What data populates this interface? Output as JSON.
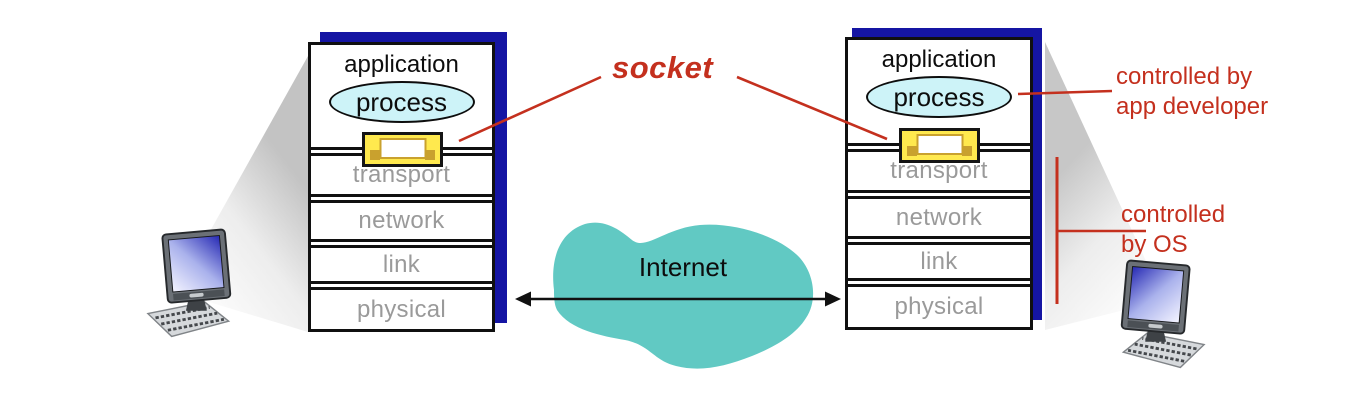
{
  "socket_callout": "socket",
  "internet_label": "Internet",
  "stack": {
    "application": "application",
    "process": "process",
    "layers": [
      "transport",
      "network",
      "link",
      "physical"
    ]
  },
  "annotations": {
    "app_dev": {
      "line1": "controlled by",
      "line2": "app developer"
    },
    "os": {
      "line1": "controlled",
      "line2": "by OS"
    }
  },
  "colors": {
    "callout_red": "#C4301E",
    "stack_shadow_blue": "#1515A3",
    "cloud_teal": "#61C9C3",
    "socket_yellow": "#FFE94E",
    "socket_accent_gold": "#C9A12E",
    "process_fill_cyan": "#CDF3F8",
    "layer_text_gray": "#9A9A9A",
    "screen_blue": "#2629B4"
  }
}
